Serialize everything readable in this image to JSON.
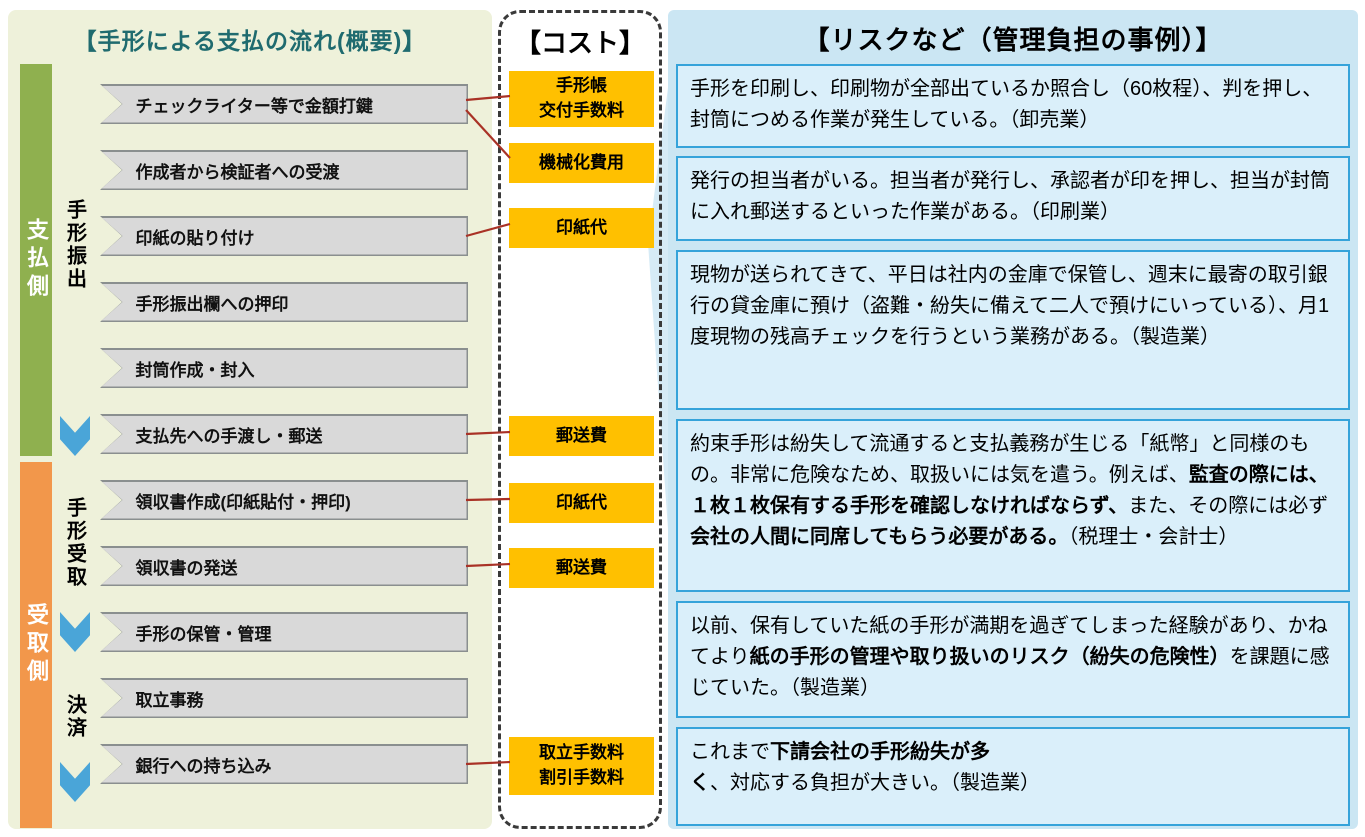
{
  "colors": {
    "flow_panel_bg": "#eef1da",
    "flow_title": "#1f6b6f",
    "payer_bar": "#8fb04f",
    "receiver_bar": "#f2974b",
    "stage_arrow": "#4aa5d8",
    "flow_step_fill": "#d9d9d9",
    "cost_box_fill": "#ffc000",
    "risk_panel_bg": "#cbe6f3",
    "risk_box_fill": "#daeffa",
    "risk_box_border": "#35a3da",
    "connector_line": "#a93226"
  },
  "flow_panel": {
    "title": "【手形による支払の流れ(概要)】",
    "side_labels": [
      {
        "label": "支払側"
      },
      {
        "label": "受取側"
      }
    ],
    "stage_labels": [
      {
        "label": "手形振出"
      },
      {
        "label": "手形受取"
      },
      {
        "label": "決済"
      }
    ],
    "steps": [
      {
        "label": "チェックライター等で金額打鍵"
      },
      {
        "label": "作成者から検証者への受渡"
      },
      {
        "label": "印紙の貼り付け"
      },
      {
        "label": "手形振出欄への押印"
      },
      {
        "label": "封筒作成・封入"
      },
      {
        "label": "支払先への手渡し・郵送"
      },
      {
        "label": "領収書作成(印紙貼付・押印)"
      },
      {
        "label": "領収書の発送"
      },
      {
        "label": "手形の保管・管理"
      },
      {
        "label": "取立事務"
      },
      {
        "label": "銀行への持ち込み"
      }
    ]
  },
  "cost_panel": {
    "title": "【コスト】",
    "items": [
      {
        "label": "手形帳\n交付手数料"
      },
      {
        "label": "機械化費用"
      },
      {
        "label": "印紙代"
      },
      {
        "label": "郵送費"
      },
      {
        "label": "印紙代"
      },
      {
        "label": "郵送費"
      },
      {
        "label": "取立手数料\n割引手数料"
      }
    ]
  },
  "risk_panel": {
    "title": "【リスクなど（管理負担の事例）】",
    "items": [
      {
        "segments": [
          {
            "t": "手形を印刷し、印刷物が全部出ているか照合し（60枚程）、判を押し、封筒につめる作業が発生している。（卸売業）",
            "b": false
          }
        ]
      },
      {
        "segments": [
          {
            "t": "発行の担当者がいる。担当者が発行し、承認者が印を押し、担当が封筒に入れ郵送するといった作業がある。（印刷業）",
            "b": false
          }
        ]
      },
      {
        "segments": [
          {
            "t": "現物が送られてきて、平日は社内の金庫で保管し、週末に最寄の取引銀行の貸金庫に預け（盗難・紛失に備えて二人で預けにいっている）、月1度現物の残高チェックを行うという業務がある。（製造業）",
            "b": false
          }
        ]
      },
      {
        "segments": [
          {
            "t": "約束手形は紛失して流通すると支払義務が生じる「紙幣」と同様のもの。非常に危険なため、取扱いには気を遣う。例えば、",
            "b": false
          },
          {
            "t": "監査の際には、１枚１枚保有する手形を確認しなければならず、",
            "b": true
          },
          {
            "t": "また、その際には必ず",
            "b": false
          },
          {
            "t": "会社の人間に同席してもらう必要がある。",
            "b": true
          },
          {
            "t": "（税理士・会計士）",
            "b": false
          }
        ]
      },
      {
        "segments": [
          {
            "t": "以前、保有していた紙の手形が満期を過ぎてしまった経験があり、かねてより",
            "b": false
          },
          {
            "t": "紙の手形の管理や取り扱いのリスク（紛失の危険性）",
            "b": true
          },
          {
            "t": "を課題に感じていた。（製造業）",
            "b": false
          }
        ]
      },
      {
        "segments": [
          {
            "t": "これまで",
            "b": false
          },
          {
            "t": "下請会社の手形紛失が多く",
            "b": true
          },
          {
            "t": "、対応する負担が大きい。（製造業）",
            "b": false
          }
        ]
      }
    ]
  }
}
